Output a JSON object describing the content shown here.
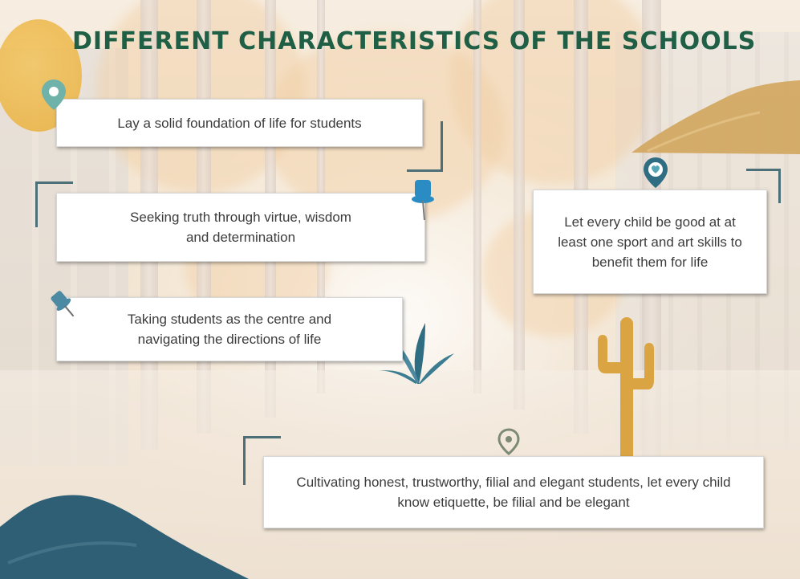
{
  "title": "DIFFERENT CHARACTERISTICS OF THE SCHOOLS",
  "cards": [
    {
      "text": "Lay a solid foundation of life for students"
    },
    {
      "text": "Seeking truth through virtue, wisdom and determination"
    },
    {
      "text": "Taking students as the centre and navigating the directions of life"
    },
    {
      "text": "Let every child be good at at least one sport and art skills to benefit them for life"
    },
    {
      "text": "Cultivating honest, trustworthy, filial and elegant students, let every child know etiquette, be filial and be elegant"
    }
  ],
  "colors": {
    "title": "#1e5f45",
    "card_text": "#3c3c3c",
    "accent_teal": "#2f6d82",
    "accent_mustard": "#d8a23f",
    "accent_tan": "#c9a05e"
  },
  "icons": [
    "location-pin-icon",
    "pushpin-icon",
    "heart-location-pin-icon",
    "cactus-icon",
    "plant-leaves-icon"
  ]
}
